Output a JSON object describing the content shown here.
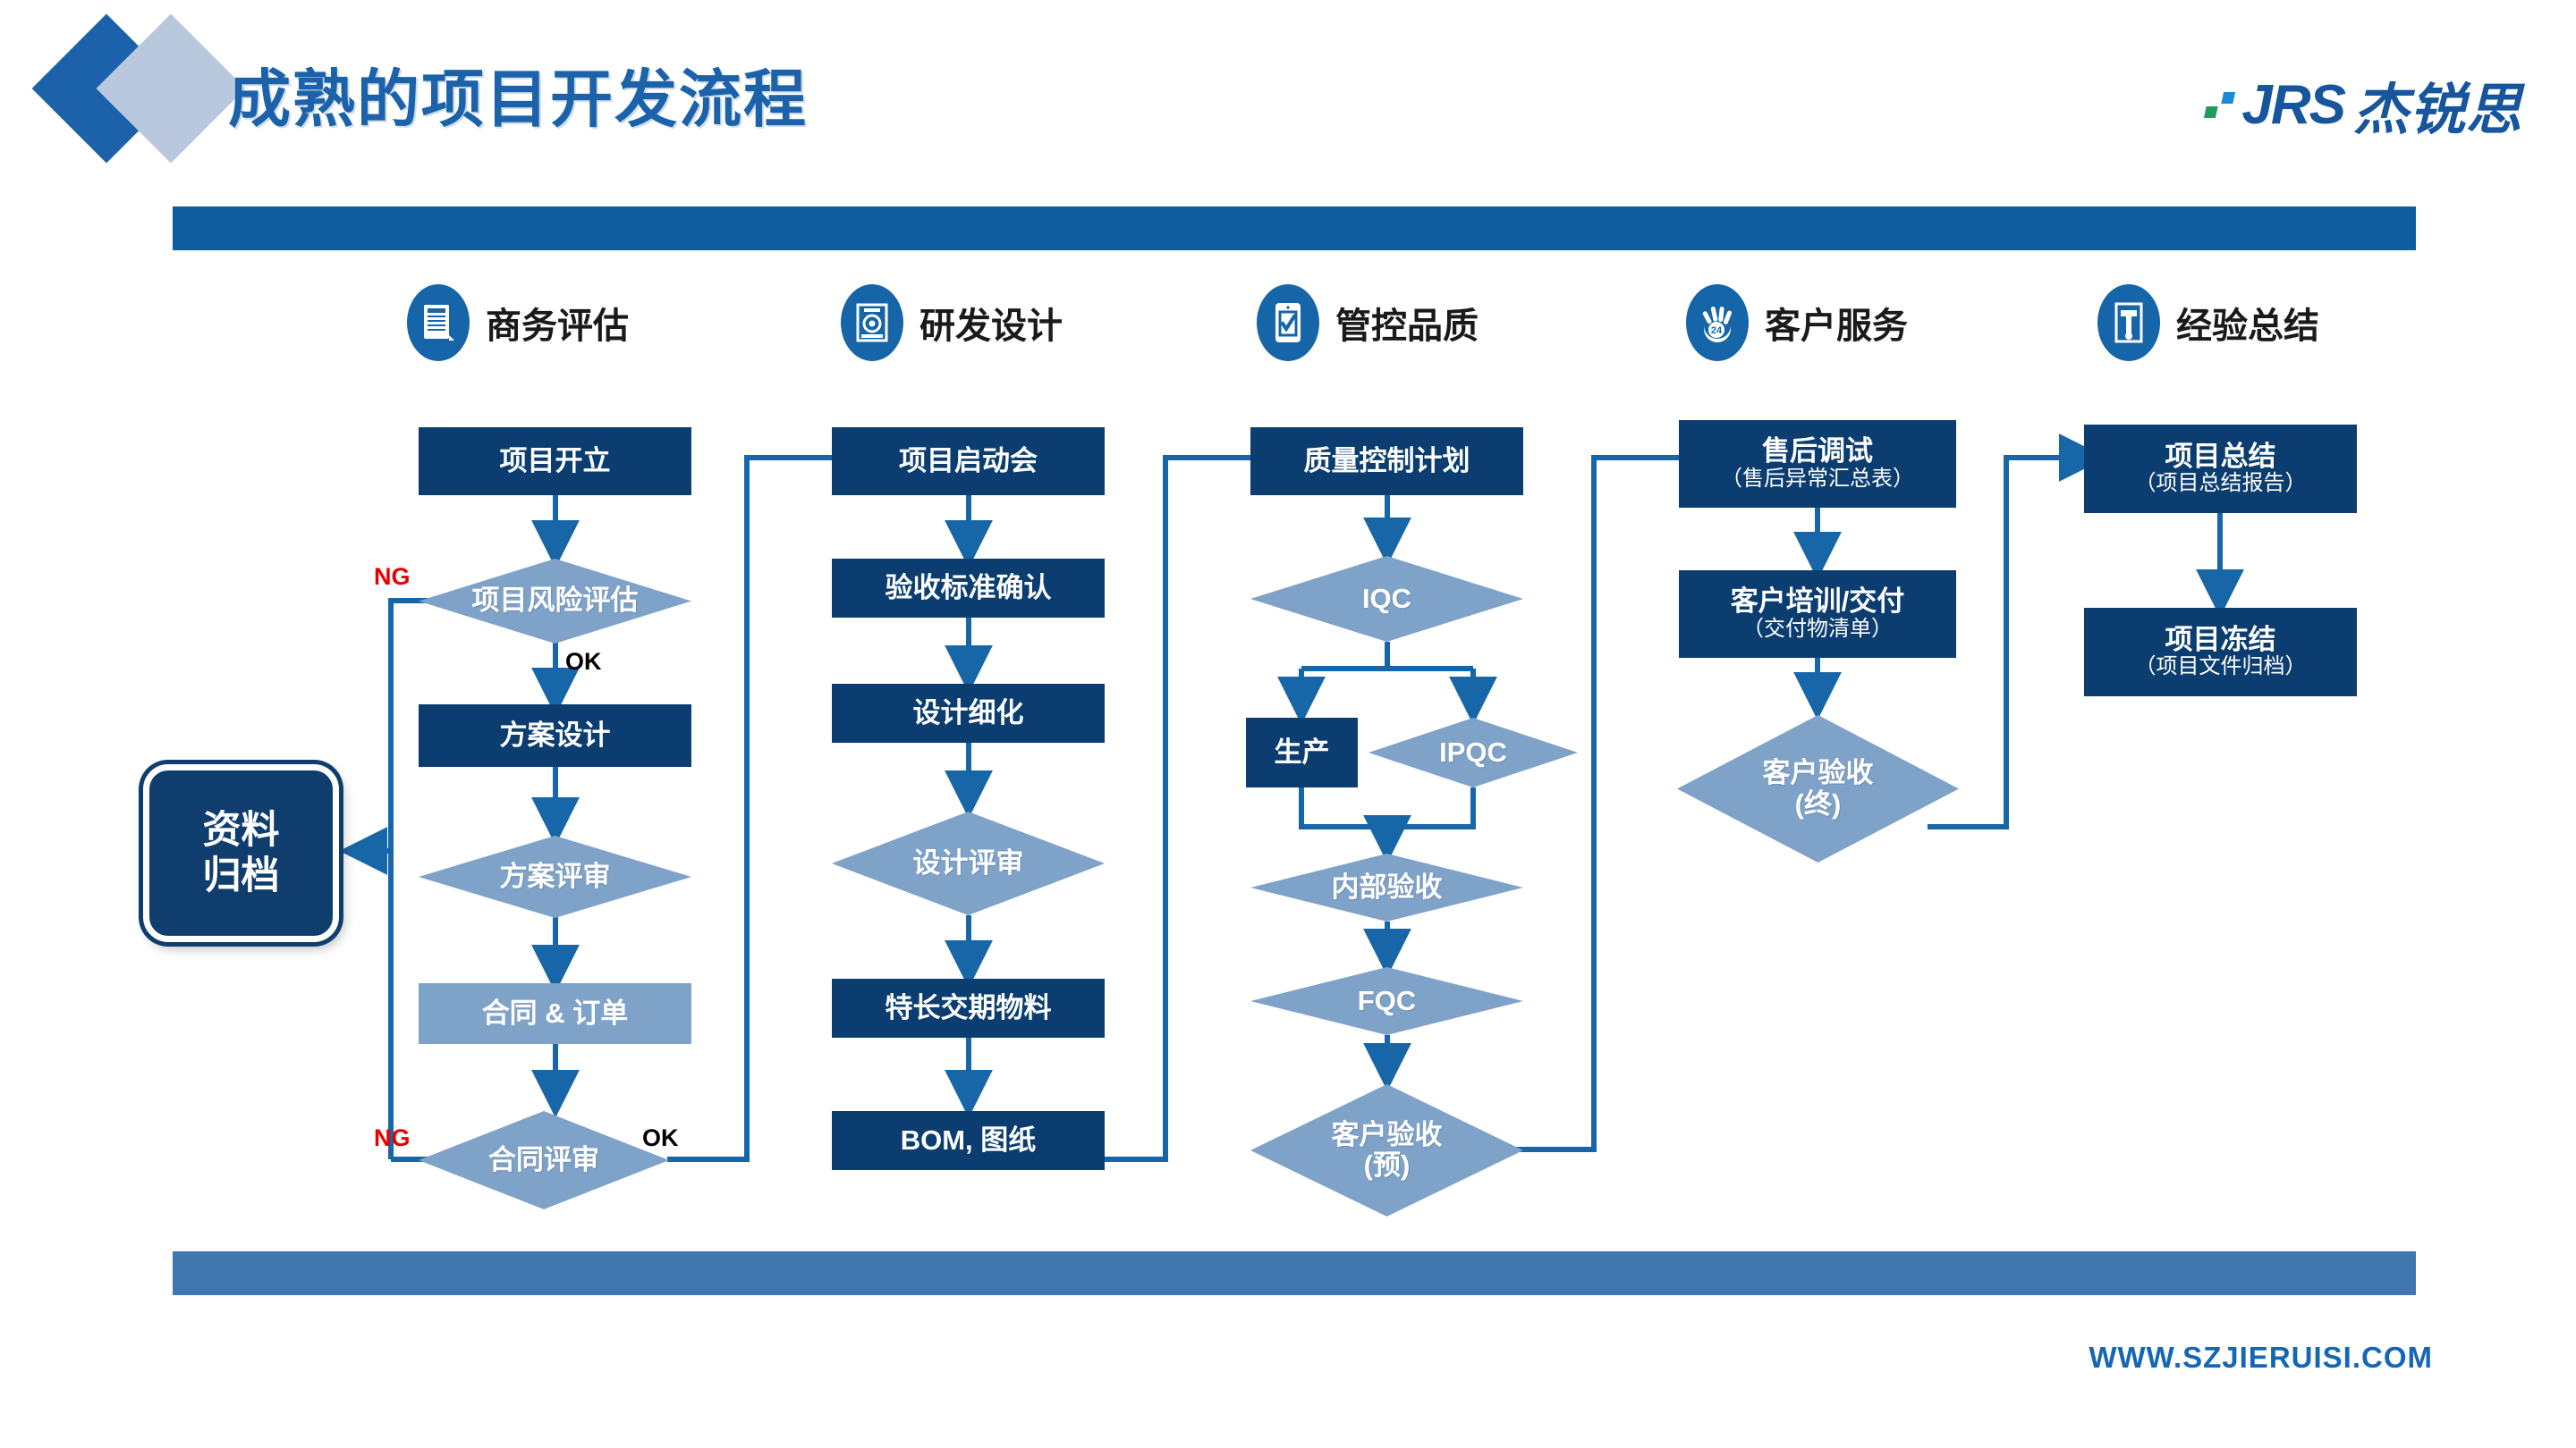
{
  "header": {
    "title": "成熟的项目开发流程",
    "brand_mark": "JRS",
    "brand_name": "杰锐思"
  },
  "footer": {
    "website": "WWW.SZJIERUISI.COM"
  },
  "colors": {
    "dark_blue": "#0b3d70",
    "mid_blue": "#1565a8",
    "light_blue": "#7fa2c9",
    "bar_top": "#0f5d9e",
    "bar_bottom": "#4077ae",
    "ng_red": "#e60000",
    "title_blue": "#1b62ab"
  },
  "columns": [
    {
      "icon": "document-list-icon",
      "label": "商务评估"
    },
    {
      "icon": "drawing-gear-icon",
      "label": "研发设计"
    },
    {
      "icon": "checklist-icon",
      "label": "管控品质"
    },
    {
      "icon": "support-24-icon",
      "label": "客户服务"
    },
    {
      "icon": "template-t-icon",
      "label": "经验总结"
    }
  ],
  "archive_node": {
    "line1": "资料",
    "line2": "归档"
  },
  "nodes": {
    "c1": [
      {
        "text": "项目开立",
        "shape": "rect"
      },
      {
        "text": "项目风险评估",
        "shape": "diamond"
      },
      {
        "text": "方案设计",
        "shape": "rect"
      },
      {
        "text": "方案评审",
        "shape": "diamond"
      },
      {
        "text": "合同 & 订单",
        "shape": "rect-light"
      },
      {
        "text": "合同评审",
        "shape": "diamond"
      }
    ],
    "c2": [
      {
        "text": "项目启动会",
        "shape": "rect"
      },
      {
        "text": "验收标准确认",
        "shape": "rect"
      },
      {
        "text": "设计细化",
        "shape": "rect"
      },
      {
        "text": "设计评审",
        "shape": "diamond"
      },
      {
        "text": "特长交期物料",
        "shape": "rect"
      },
      {
        "text": "BOM, 图纸",
        "shape": "rect"
      }
    ],
    "c3": [
      {
        "text": "质量控制计划",
        "shape": "rect"
      },
      {
        "text": "IQC",
        "shape": "diamond"
      },
      {
        "text": "生产",
        "shape": "rect"
      },
      {
        "text": "IPQC",
        "shape": "diamond"
      },
      {
        "text": "内部验收",
        "shape": "diamond"
      },
      {
        "text": "FQC",
        "shape": "diamond"
      },
      {
        "text": "客户验收",
        "sub": "(预)",
        "shape": "diamond"
      }
    ],
    "c4": [
      {
        "text": "售后调试",
        "sub": "（售后异常汇总表）",
        "shape": "rect"
      },
      {
        "text": "客户培训/交付",
        "sub": "（交付物清单）",
        "shape": "rect"
      },
      {
        "text": "客户验收",
        "sub": "(终)",
        "shape": "diamond"
      }
    ],
    "c5": [
      {
        "text": "项目总结",
        "sub": "（项目总结报告）",
        "shape": "rect"
      },
      {
        "text": "项目冻结",
        "sub": "（项目文件归档）",
        "shape": "rect"
      }
    ]
  },
  "edge_labels": {
    "risk_ng": "NG",
    "risk_ok": "OK",
    "contract_ng": "NG",
    "contract_ok": "OK"
  }
}
